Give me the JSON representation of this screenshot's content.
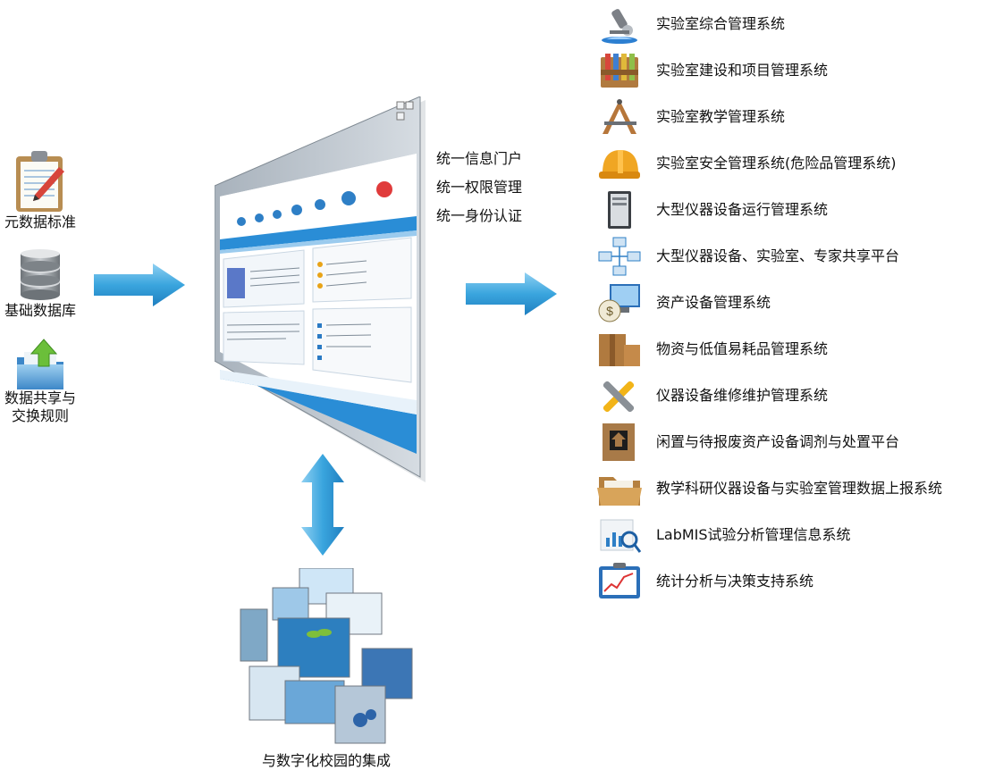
{
  "left": {
    "items": [
      {
        "label": "元数据标准",
        "icon": "clipboard-pen-icon"
      },
      {
        "label": "基础数据库",
        "icon": "database-stack-icon"
      },
      {
        "label": "数据共享与\n交换规则",
        "icon": "shared-folder-icon"
      }
    ]
  },
  "center": {
    "lines": [
      "统一信息门户",
      "统一权限管理",
      "统一身份认证"
    ]
  },
  "systems": {
    "items": [
      {
        "label": "实验室综合管理系统",
        "icon": "microscope-icon"
      },
      {
        "label": "实验室建设和项目管理系统",
        "icon": "test-tubes-icon"
      },
      {
        "label": "实验室教学管理系统",
        "icon": "drafting-compass-icon"
      },
      {
        "label": "实验室安全管理系统(危险品管理系统)",
        "icon": "safety-helmet-icon"
      },
      {
        "label": "大型仪器设备运行管理系统",
        "icon": "server-tower-icon"
      },
      {
        "label": "大型仪器设备、实验室、专家共享平台",
        "icon": "network-computers-icon"
      },
      {
        "label": "资产设备管理系统",
        "icon": "money-bag-monitor-icon"
      },
      {
        "label": "物资与低值易耗品管理系统",
        "icon": "cardboard-boxes-icon"
      },
      {
        "label": "仪器设备维修维护管理系统",
        "icon": "wrench-screwdriver-icon"
      },
      {
        "label": "闲置与待报废资产设备调剂与处置平台",
        "icon": "handle-with-care-box-icon"
      },
      {
        "label": "教学科研仪器设备与实验室管理数据上报系统",
        "icon": "open-folder-icon"
      },
      {
        "label": "LabMIS试验分析管理信息系统",
        "icon": "analysis-chart-magnifier-icon"
      },
      {
        "label": "统计分析与决策支持系统",
        "icon": "statistics-board-icon"
      }
    ]
  },
  "bottom": {
    "label": "与数字化校园的集成",
    "icon": "digital-campus-screens-icon"
  },
  "colors": {
    "arrow": "#2f9ad6",
    "arrow_light": "#8fd0f2"
  }
}
